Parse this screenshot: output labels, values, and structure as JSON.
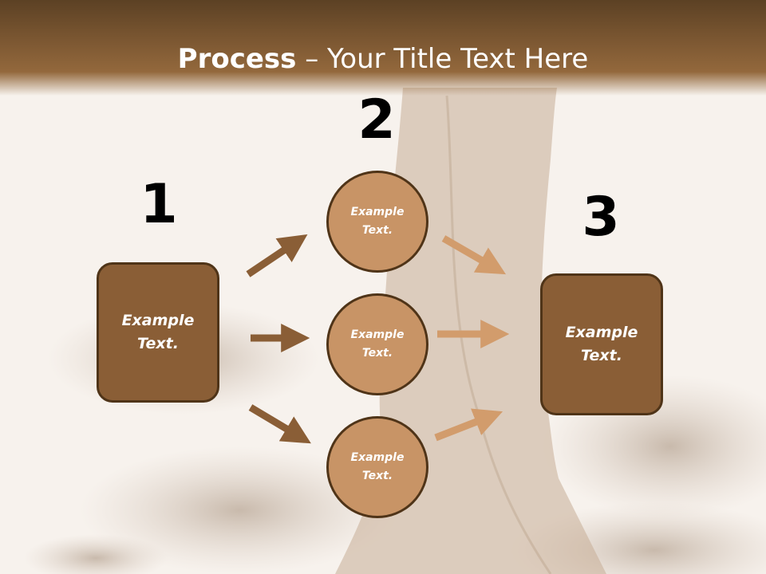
{
  "slide": {
    "title_bold": "Process",
    "title_separator": " – ",
    "title_rest": "Your Title Text Here"
  },
  "steps": {
    "step1_number": "1",
    "step2_number": "2",
    "step3_number": "3"
  },
  "boxes": {
    "left": "Example\nText.",
    "right": "Example\nText."
  },
  "circles": {
    "top": "Example\nText.",
    "middle": "Example\nText.",
    "bottom": "Example\nText."
  },
  "colors": {
    "header_brown": "#7a5631",
    "box_fill": "#8a5e36",
    "circle_fill": "#c89466",
    "outline": "#4f3418",
    "arrow_dark": "#8a5e36",
    "arrow_light": "#d29c6c"
  }
}
